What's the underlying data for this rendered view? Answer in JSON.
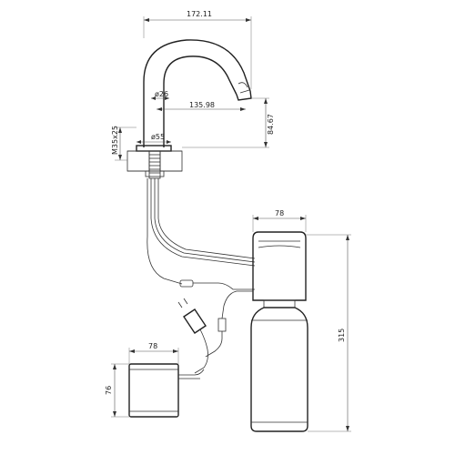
{
  "dimensions": {
    "spout_width": "172.11",
    "spout_tip_diameter": "ø26",
    "spout_reach": "135.98",
    "spout_drop": "84.67",
    "base_diameter": "ø55",
    "thread": "M35x25",
    "dispenser_width": "78",
    "dispenser_height": "315",
    "control_box_width": "78",
    "control_box_height": "76"
  },
  "colors": {
    "line": "#222222",
    "dimension": "#555555",
    "background": "#ffffff"
  }
}
